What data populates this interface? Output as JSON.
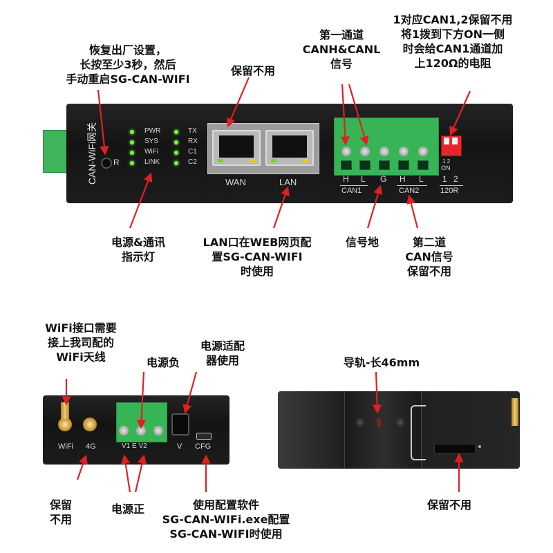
{
  "colors": {
    "arrow": "#e02020",
    "panel": "#1b1b1b",
    "terminal_green": "#37b556",
    "led_green": "#6cff3a",
    "dip_red": "#e8252b"
  },
  "top_device": {
    "side_label": "CAN-WiFi网关",
    "leds_left": [
      "PWR",
      "SYS",
      "WiFi",
      "LINK"
    ],
    "leds_right": [
      "TX",
      "RX",
      "C1",
      "C2"
    ],
    "reset_label": "R",
    "ports": {
      "wan": "WAN",
      "lan": "LAN"
    },
    "can_pins": [
      "H",
      "L",
      "G",
      "H",
      "L"
    ],
    "can1_label": "CAN1",
    "can2_label": "CAN2",
    "dip_numbers": [
      "1",
      "2"
    ],
    "dip_on": "ON",
    "dip_sub": "1 2",
    "dip_label": "120R"
  },
  "bottom_left_device": {
    "wifi_label": "WiFi",
    "g4_label": "4G",
    "power_pins": "V1  E  V2",
    "v_label": "V",
    "cfg_label": "CFG"
  },
  "annotations": {
    "reset": "恢复出厂设置，\n长按至少3秒，然后\n手动重启SG-CAN-WIFI",
    "wan_reserved": "保留不用",
    "can1_signal": "第一通道\nCANH&CANL\n信号",
    "dip_switch": "1对应CAN1,2保留不用\n将1拨到下方ON一侧\n时会给CAN1通道加\n上120Ω的电阻",
    "leds": "电源&通讯\n指示灯",
    "lan": "LAN口在WEB网页配\n置SG-CAN-WIFI\n时使用",
    "signal_ground": "信号地",
    "can2": "第二道\nCAN信号\n保留不用",
    "wifi_antenna": "WiFi接口需要\n接上我司配的\nWiFi天线",
    "power_negative": "电源负",
    "adapter": "电源适配\n器使用",
    "rail": "导轨-长46mm",
    "g4_reserved": "保留\n不用",
    "power_positive": "电源正",
    "cfg": "使用配置软件\nSG-CAN-WIFi.exe配置\nSG-CAN-WIFI时使用",
    "rail_reserved": "保留不用"
  }
}
